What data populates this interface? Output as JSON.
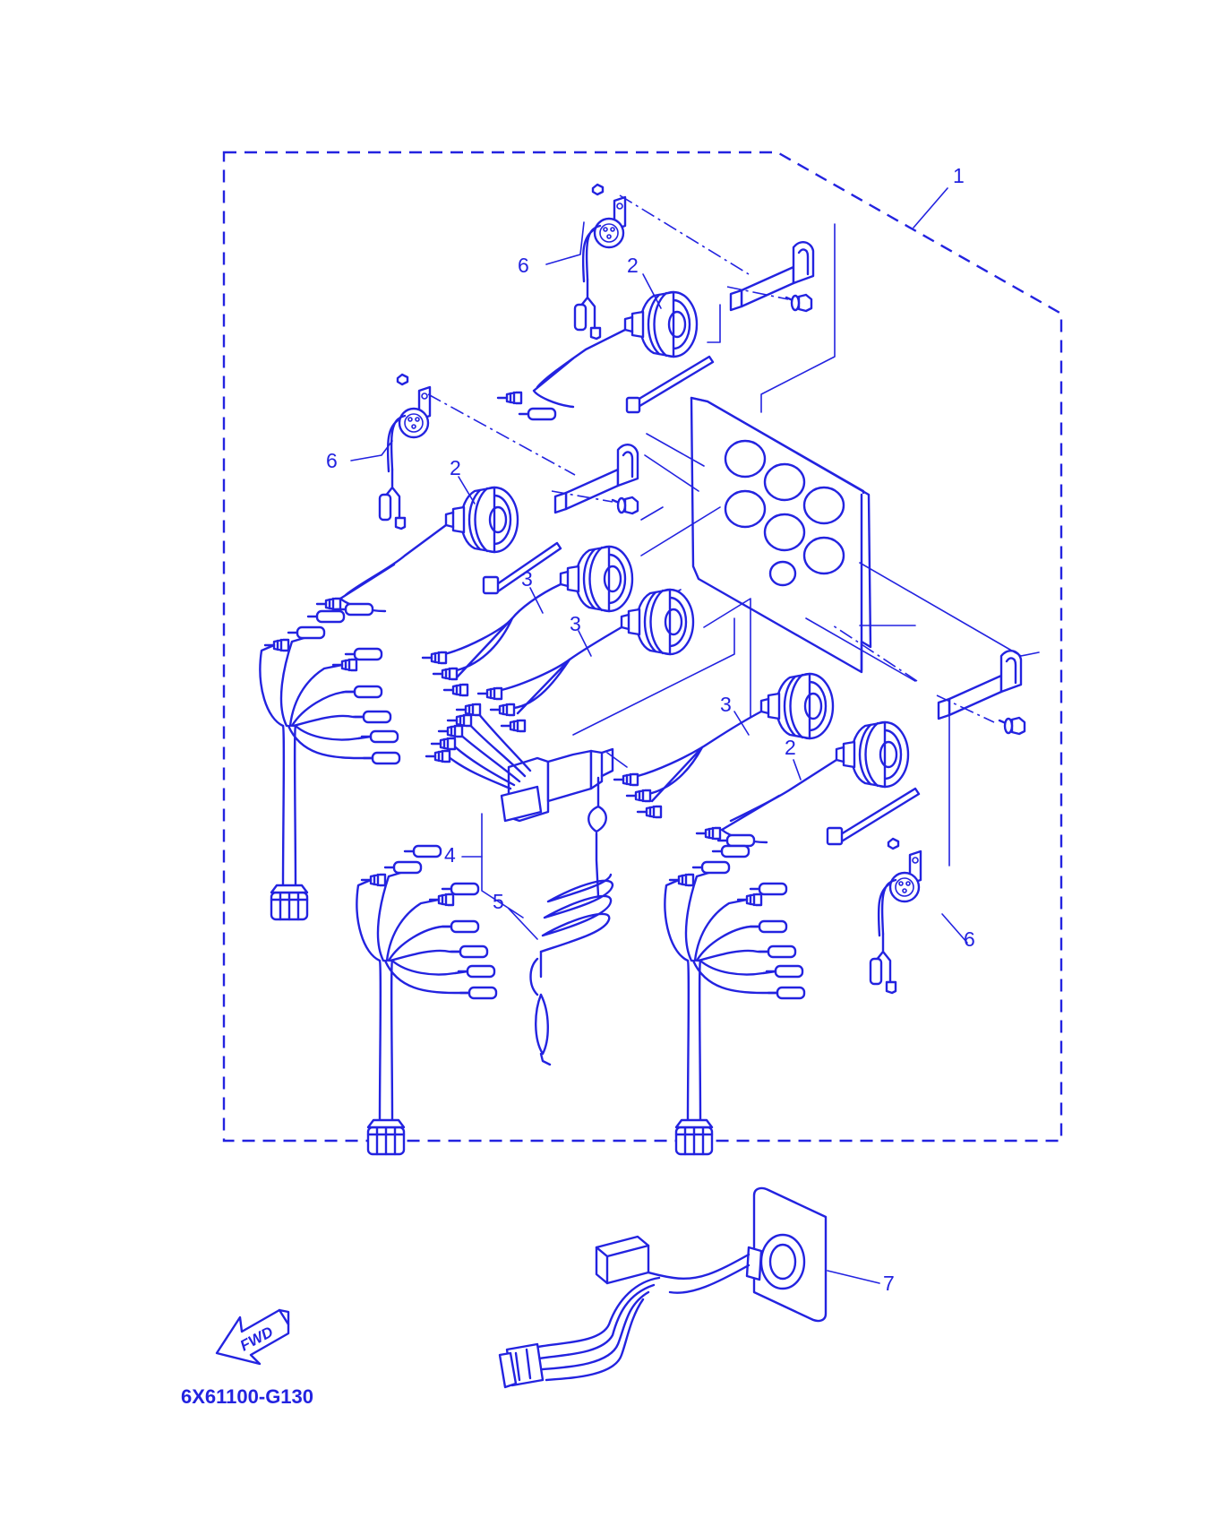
{
  "diagram": {
    "part_code": "6X61100-G130",
    "fwd_label": "FWD",
    "line_color": "#2323e0",
    "callouts": {
      "assembly": "1",
      "gauge_2a": "2",
      "gauge_2b": "2",
      "gauge_2c": "2",
      "gauge_3a": "3",
      "gauge_3b": "3",
      "gauge_3c": "3",
      "switch": "4",
      "lanyard": "5",
      "sender_6a": "6",
      "sender_6b": "6",
      "sender_6c": "6",
      "adapter_harness": "7"
    },
    "icons": [
      "fwd-arrow-icon",
      "gauge-icon",
      "harness-connector-icon",
      "mounting-bracket-icon",
      "gauge-panel-icon",
      "coiled-lanyard-icon",
      "sender-unit-icon"
    ]
  }
}
